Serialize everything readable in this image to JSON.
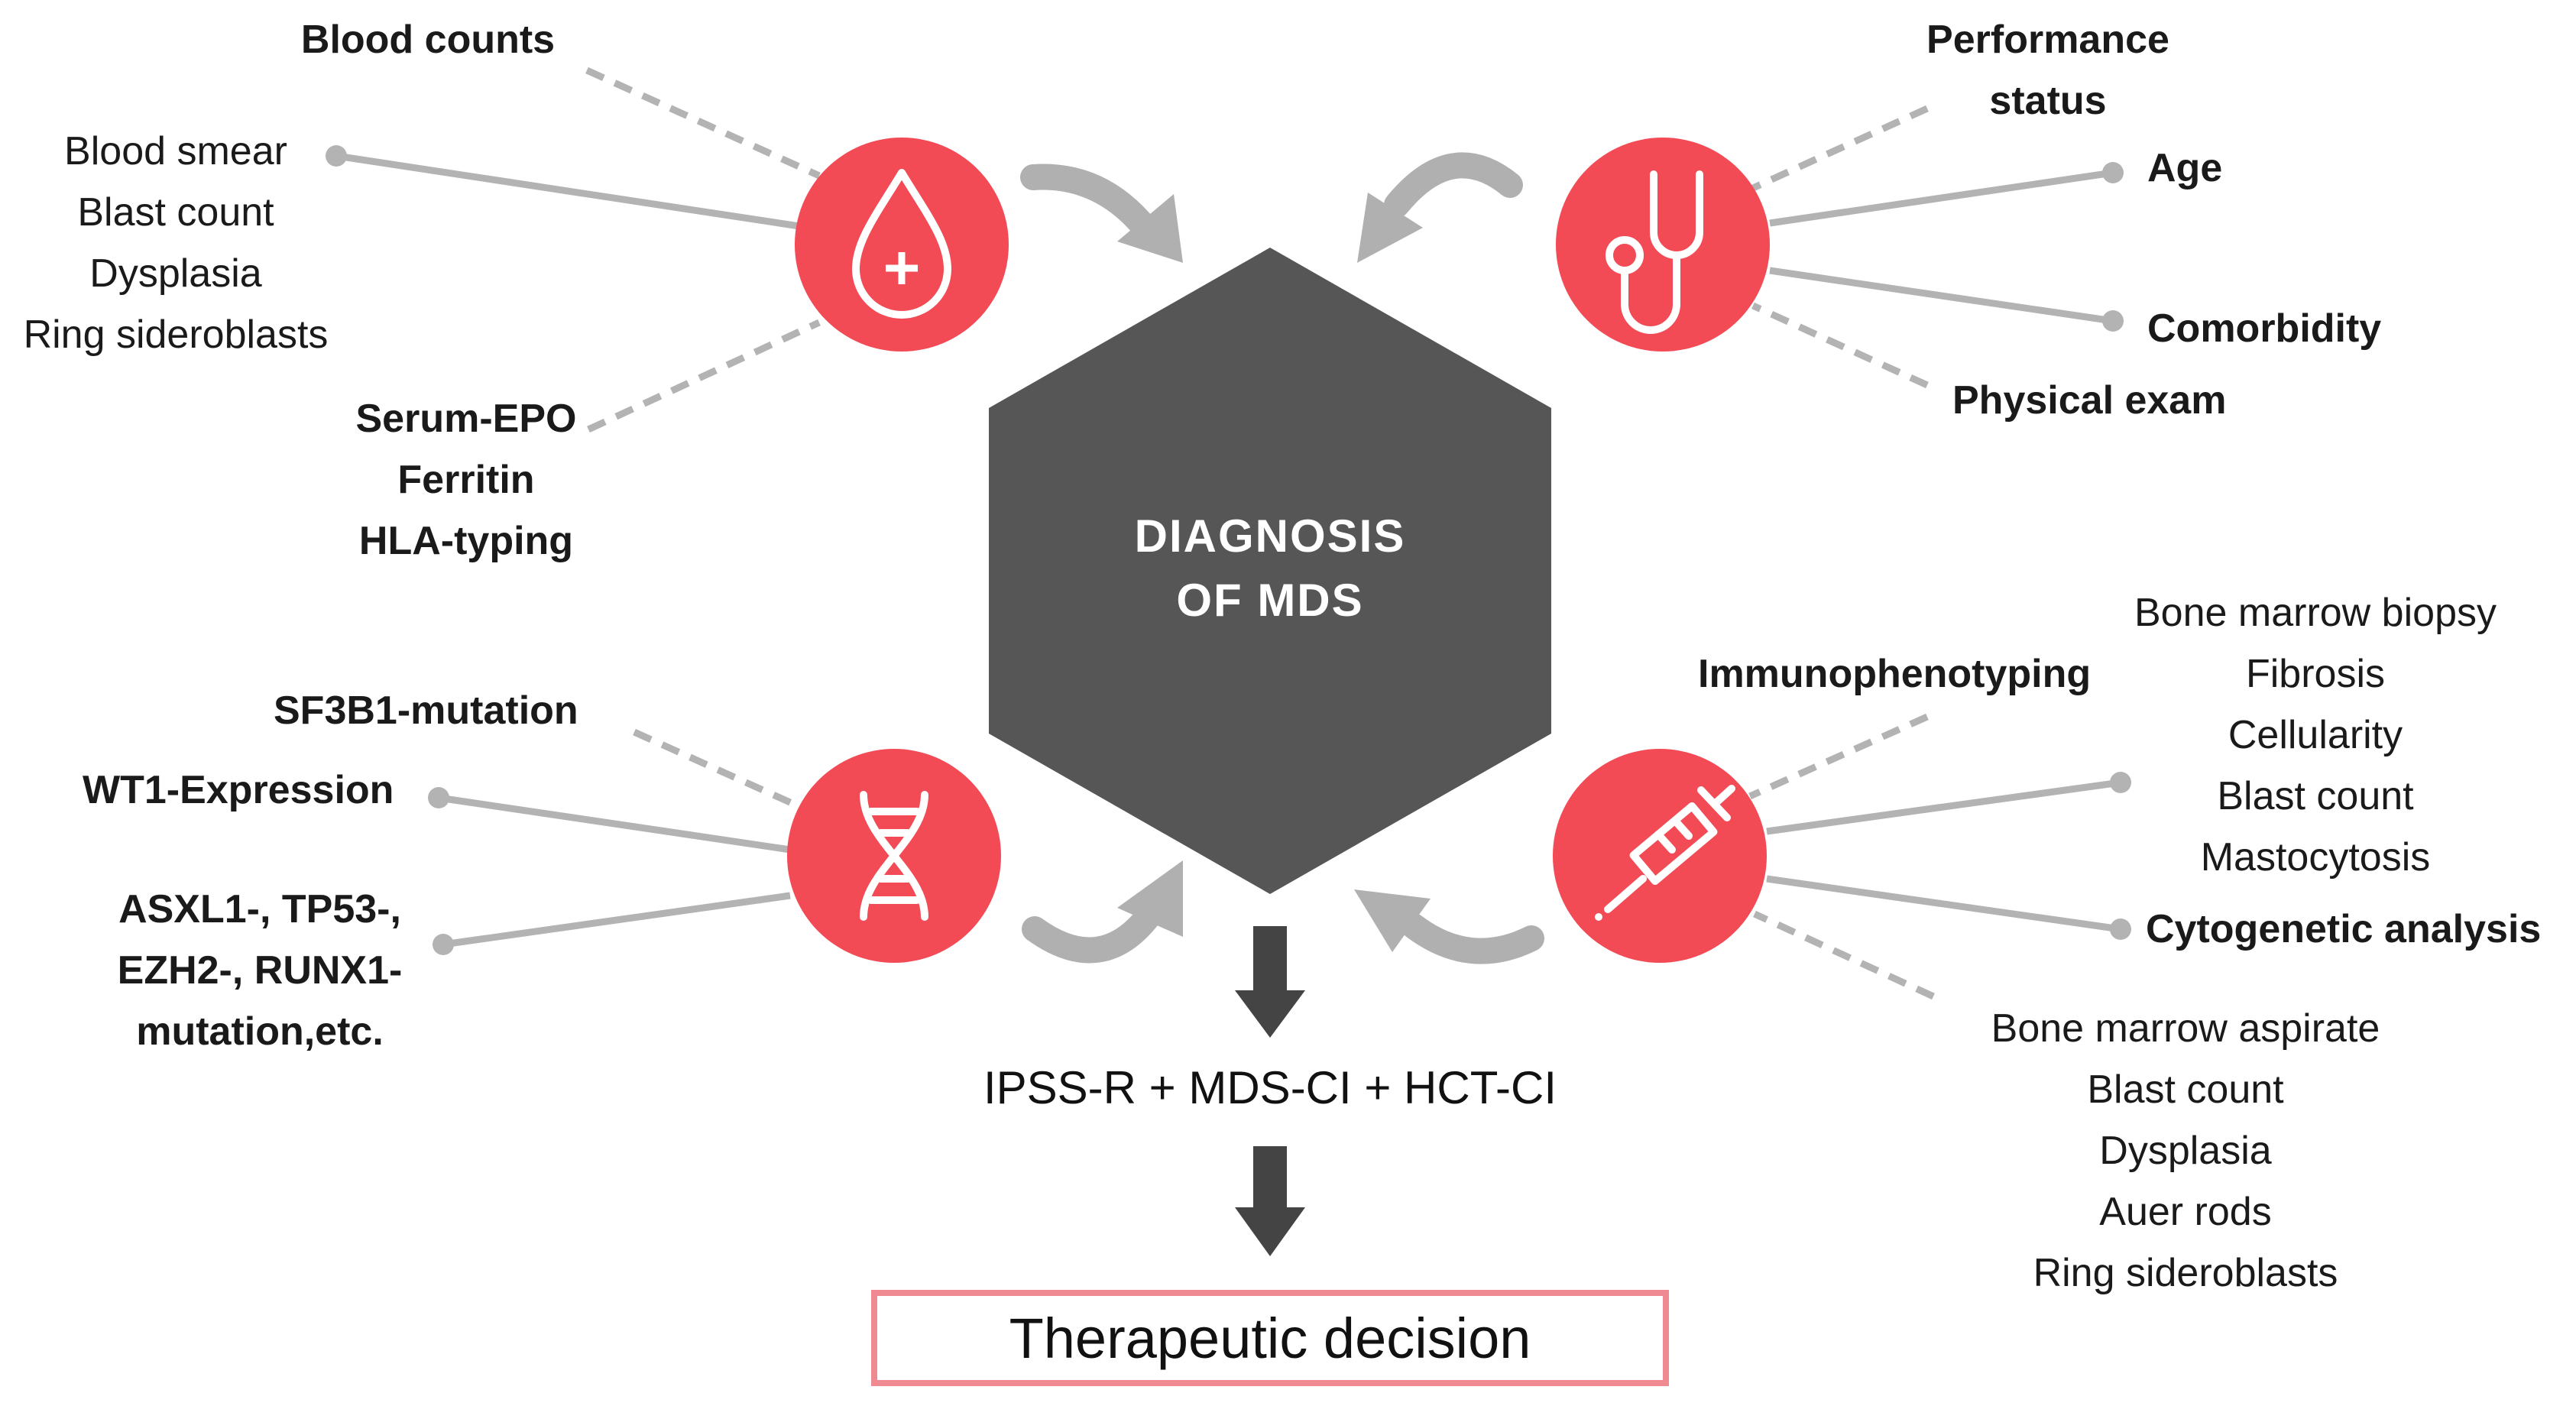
{
  "center": {
    "line1": "DIAGNOSIS",
    "line2": "OF MDS"
  },
  "scores": "IPSS-R + MDS-CI + HCT-CI",
  "outcome": "Therapeutic decision",
  "colors": {
    "accent": "#f24b55",
    "hexagon": "#565656",
    "connector": "#b3b3b3",
    "arrow": "#444444",
    "box_border": "#f08a92"
  },
  "clusters": {
    "blood": {
      "icon": "blood-drop-icon",
      "blood_counts": "Blood counts",
      "blood_smear": {
        "title": "Blood smear",
        "items": [
          "Blast count",
          "Dysplasia",
          "Ring sideroblasts"
        ]
      },
      "serum": [
        "Serum-EPO",
        "Ferritin",
        "HLA-typing"
      ]
    },
    "clinical": {
      "icon": "stethoscope-icon",
      "performance": [
        "Performance",
        "status"
      ],
      "age": "Age",
      "comorbidity": "Comorbidity",
      "physical_exam": "Physical exam"
    },
    "genetic": {
      "icon": "dna-icon",
      "sf3b1": "SF3B1-mutation",
      "wt1": "WT1-Expression",
      "mutations": [
        "ASXL1-, TP53-,",
        "EZH2-, RUNX1-",
        "mutation,etc."
      ]
    },
    "marrow": {
      "icon": "syringe-icon",
      "immunophenotyping": "Immunophenotyping",
      "biopsy": {
        "title": "Bone marrow biopsy",
        "items": [
          "Fibrosis",
          "Cellularity",
          "Blast count",
          "Mastocytosis"
        ]
      },
      "cytogenetic": "Cytogenetic analysis",
      "aspirate": {
        "title": "Bone marrow aspirate",
        "items": [
          "Blast count",
          "Dysplasia",
          "Auer rods",
          "Ring sideroblasts"
        ]
      }
    }
  }
}
